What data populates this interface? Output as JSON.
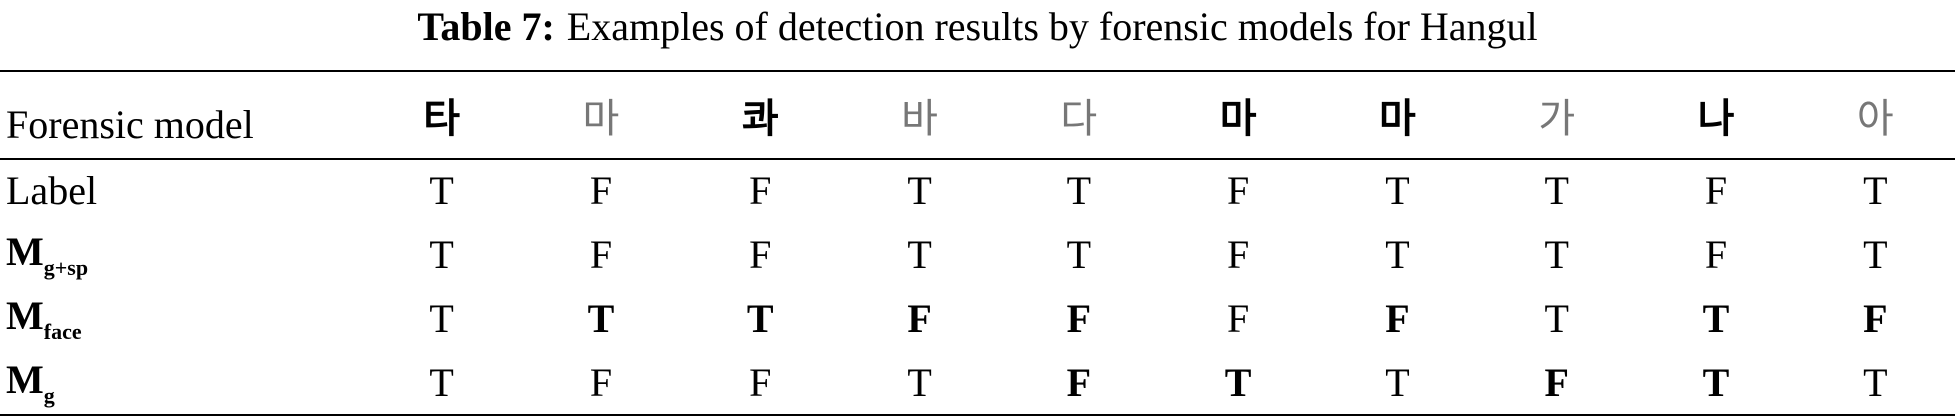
{
  "caption": {
    "label": "Table 7:",
    "text": "Examples of detection results by forensic models for Hangul"
  },
  "table": {
    "header": {
      "model_label": "Forensic model",
      "glyphs": [
        {
          "char": "타",
          "style": "bold"
        },
        {
          "char": "마",
          "style": "light"
        },
        {
          "char": "콰",
          "style": "bold"
        },
        {
          "char": "바",
          "style": "light"
        },
        {
          "char": "다",
          "style": "light"
        },
        {
          "char": "마",
          "style": "bold"
        },
        {
          "char": "마",
          "style": "bold"
        },
        {
          "char": "가",
          "style": "light"
        },
        {
          "char": "나",
          "style": "bold"
        },
        {
          "char": "아",
          "style": "light"
        }
      ]
    },
    "rows": [
      {
        "model": "Label",
        "model_main": "",
        "model_sub": "",
        "values": [
          "T",
          "F",
          "F",
          "T",
          "T",
          "F",
          "T",
          "T",
          "F",
          "T"
        ],
        "bold": [
          false,
          false,
          false,
          false,
          false,
          false,
          false,
          false,
          false,
          false
        ]
      },
      {
        "model": "",
        "model_main": "M",
        "model_sub": "g+sp",
        "values": [
          "T",
          "F",
          "F",
          "T",
          "T",
          "F",
          "T",
          "T",
          "F",
          "T"
        ],
        "bold": [
          false,
          false,
          false,
          false,
          false,
          false,
          false,
          false,
          false,
          false
        ]
      },
      {
        "model": "",
        "model_main": "M",
        "model_sub": "face",
        "values": [
          "T",
          "T",
          "T",
          "F",
          "F",
          "F",
          "F",
          "T",
          "T",
          "F"
        ],
        "bold": [
          false,
          true,
          true,
          true,
          true,
          false,
          true,
          false,
          true,
          true
        ]
      },
      {
        "model": "",
        "model_main": "M",
        "model_sub": "g",
        "values": [
          "T",
          "F",
          "F",
          "T",
          "F",
          "T",
          "T",
          "F",
          "T",
          "T"
        ],
        "bold": [
          false,
          false,
          false,
          false,
          true,
          true,
          false,
          true,
          true,
          false
        ]
      }
    ]
  }
}
